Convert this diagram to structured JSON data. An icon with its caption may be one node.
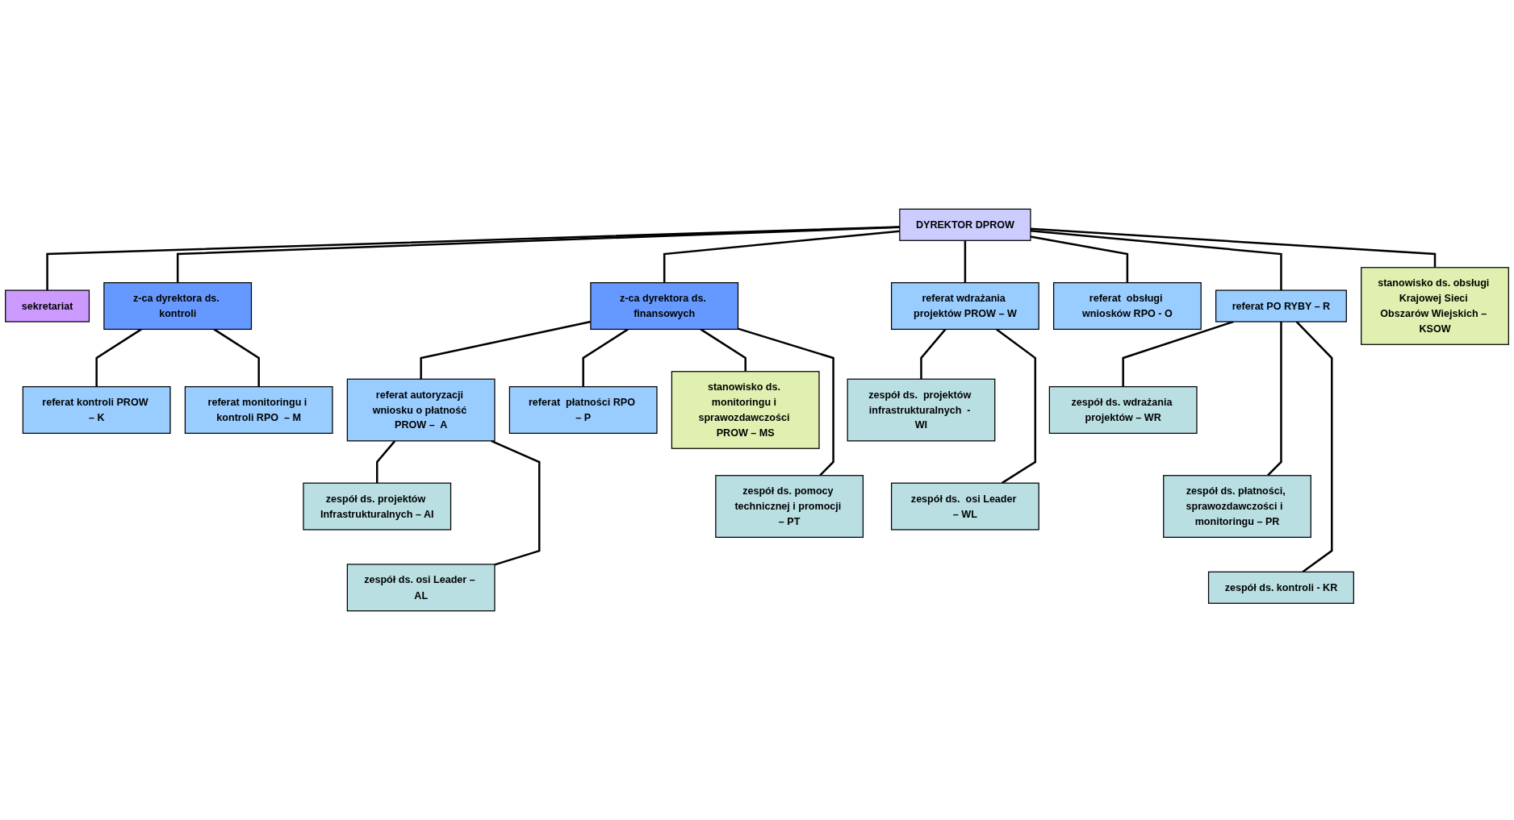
{
  "diagram": {
    "nodes": [
      {
        "text": [
          "DYREKTOR DPROW"
        ]
      },
      {
        "text": [
          "sekretariat"
        ]
      },
      {
        "text": [
          "z-ca dyrektora ds. kontroli"
        ]
      },
      {
        "text": [
          "z-ca dyrektora ds. finansowych"
        ]
      },
      {
        "text": [
          "referat kontroli PROW – K"
        ]
      },
      {
        "text": [
          "referat monitoringu i kontroli RPO  – M"
        ]
      },
      {
        "text": [
          "referat wdrażania projektów PROW – W"
        ]
      },
      {
        "text": [
          "referat  obsługi wniosków RPO - O"
        ]
      },
      {
        "text": [
          "referat PO RYBY – R"
        ]
      },
      {
        "text": [
          "referat autoryzacji wniosku o płatność PROW –  A"
        ]
      },
      {
        "text": [
          "referat  płatności RPO – P"
        ]
      },
      {
        "text": [
          "zespół ds.  projektów infrastrukturalnych  - WI"
        ]
      },
      {
        "text": [
          "zespół ds. wdrażania projektów – WR"
        ]
      },
      {
        "text": [
          "zespół ds. projektów Infrastrukturalnych – AI"
        ]
      },
      {
        "text": [
          "stanowisko ds. monitoringu i sprawozdawczości PROW – MS"
        ]
      },
      {
        "text": [
          "stanowisko ds. obsługi Krajowej Sieci Obszarów Wiejskich – KSOW"
        ]
      },
      {
        "text": [
          "zespół ds. płatności, sprawozdawczości i  monitoringu – PR"
        ]
      },
      {
        "text": [
          "zespół ds.  osi Leader – WL"
        ]
      },
      {
        "text": [
          "zespół ds. osi Leader – AL"
        ]
      },
      {
        "text": [
          "zespół ds. pomocy technicznej i promocji – PT"
        ]
      },
      {
        "text": [
          "zespół  ds. kontroli - KR"
        ]
      }
    ],
    "edges": [
      {
        "from": 0,
        "to": 1,
        "arrow": "none"
      },
      {
        "from": 0,
        "to": 2,
        "arrow": "none"
      },
      {
        "from": 0,
        "to": 3,
        "arrow": "none"
      },
      {
        "from": 2,
        "to": 4,
        "arrow": "none"
      },
      {
        "from": 2,
        "to": 5,
        "arrow": "none"
      },
      {
        "from": 0,
        "to": 6,
        "arrow": "none"
      },
      {
        "from": 0,
        "to": 7,
        "arrow": "none"
      },
      {
        "from": 0,
        "to": 8,
        "arrow": "none"
      },
      {
        "from": 3,
        "to": 9,
        "arrow": "none"
      },
      {
        "from": 3,
        "to": 10,
        "arrow": "none"
      },
      {
        "from": 6,
        "to": 11,
        "arrow": "none"
      },
      {
        "from": 6,
        "to": 17,
        "arrow": "none"
      },
      {
        "from": 0,
        "to": 15,
        "arrow": "none"
      },
      {
        "from": 8,
        "to": 12,
        "arrow": "none"
      },
      {
        "from": 8,
        "to": 16,
        "arrow": "none"
      },
      {
        "from": 8,
        "to": 20,
        "arrow": "none"
      },
      {
        "from": 9,
        "to": 13,
        "arrow": "none"
      },
      {
        "from": 9,
        "to": 18,
        "arrow": "none"
      },
      {
        "from": 3,
        "to": 14,
        "arrow": "none"
      },
      {
        "from": 3,
        "to": 19,
        "arrow": "none"
      }
    ]
  }
}
